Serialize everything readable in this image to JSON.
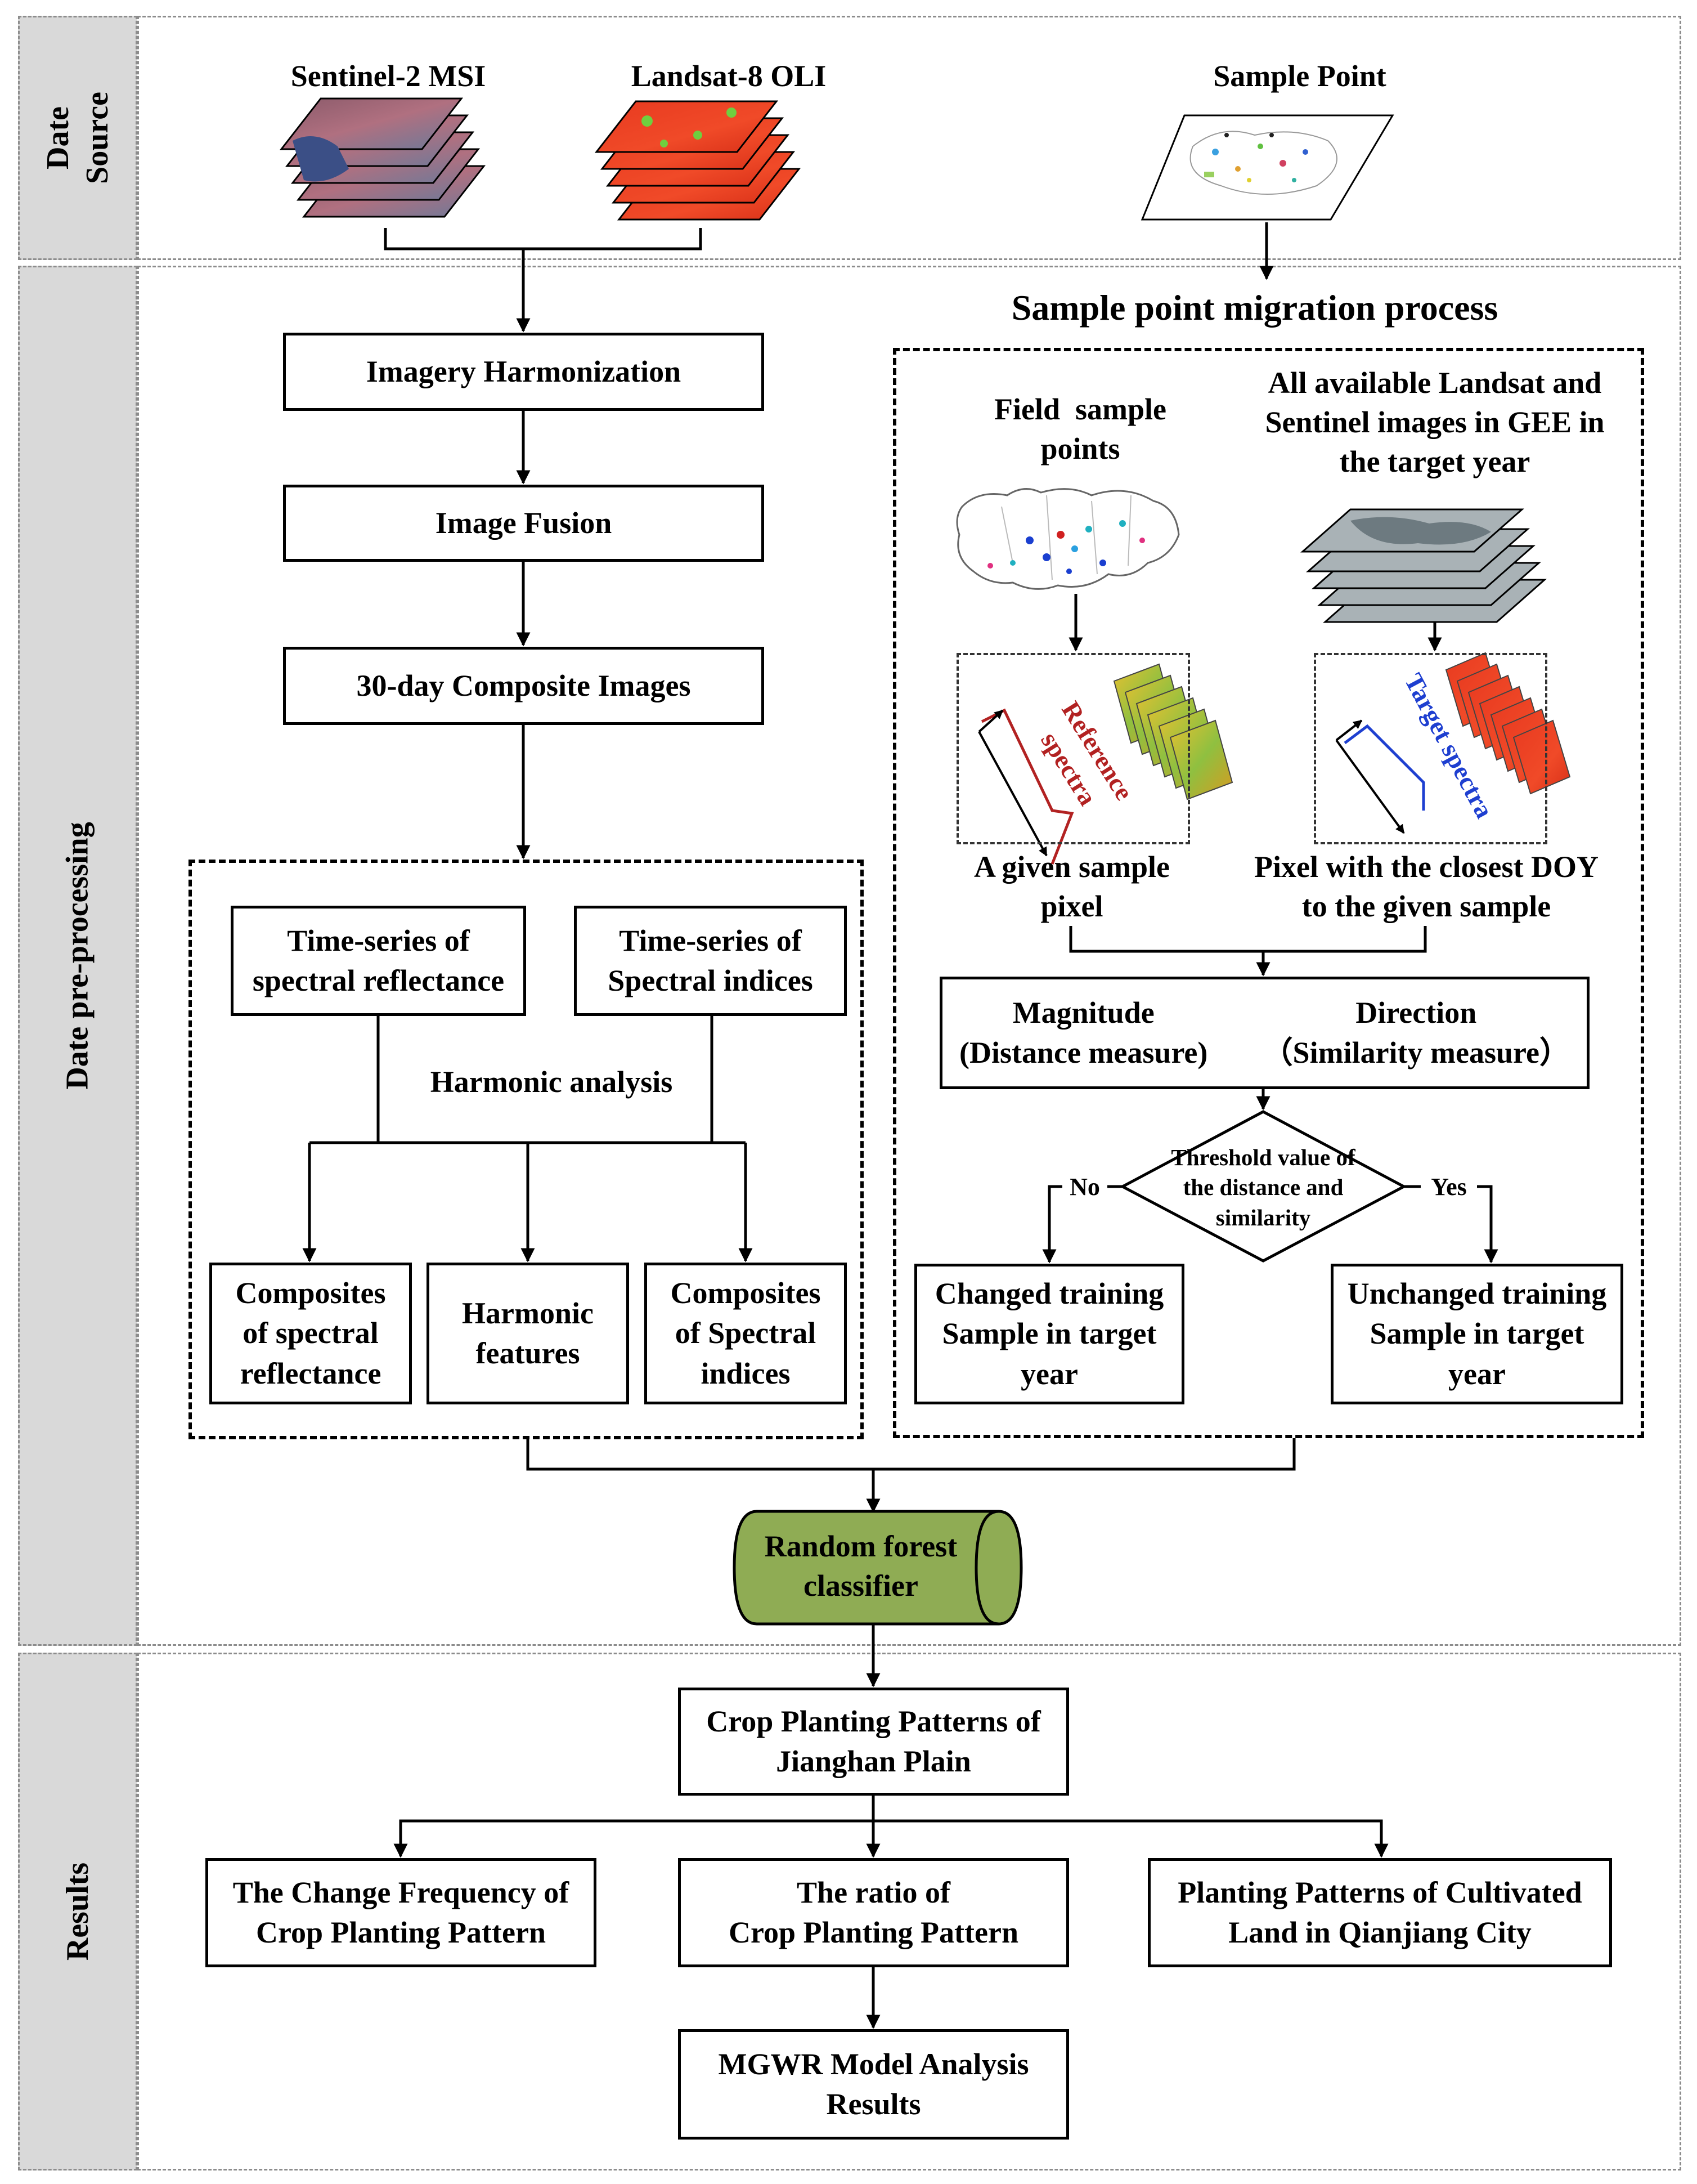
{
  "bands": {
    "data_source": "Date Source",
    "preprocessing": "Date pre-processing",
    "results": "Results"
  },
  "sources": {
    "sentinel": "Sentinel-2 MSI",
    "landsat": "Landsat-8 OLI",
    "sample_point": "Sample Point"
  },
  "left_flow": {
    "harmonization": "Imagery Harmonization",
    "fusion": "Image Fusion",
    "composite": "30-day Composite Images"
  },
  "harmonic": {
    "ts_reflectance": "Time-series of\nspectral reflectance",
    "ts_indices": "Time-series of\nSpectral indices",
    "analysis": "Harmonic analysis",
    "comp_reflectance": "Composites\nof spectral\nreflectance",
    "features": "Harmonic\nfeatures",
    "comp_indices": "Composites\nof Spectral\nindices"
  },
  "migration": {
    "title": "Sample point migration process",
    "field_points": "Field  sample\npoints",
    "all_images": "All available Landsat and\nSentinel images in GEE in\nthe target year",
    "reference_spectra": "Reference\nspectra",
    "target_spectra": "Target spectra",
    "given_pixel": "A given sample\npixel",
    "closest_pixel": "Pixel with the closest DOY\nto the given sample",
    "magnitude": "Magnitude\n(Distance measure)",
    "direction": "Direction\n（Similarity measure）",
    "threshold": "Threshold value of\nthe distance and\nsimilarity",
    "no": "No",
    "yes": "Yes",
    "changed": "Changed training\nSample in target\nyear",
    "unchanged": "Unchanged training\nSample in target\nyear"
  },
  "classifier": "Random forest\nclassifier",
  "results": {
    "patterns": "Crop Planting Patterns of\nJianghan Plain",
    "change_frequency": "The Change Frequency of\nCrop Planting Pattern",
    "ratio": "The ratio of\nCrop Planting Pattern",
    "qianjiang": "Planting Patterns of Cultivated\nLand in Qianjiang City",
    "mgwr": "MGWR Model Analysis\nResults"
  },
  "colors": {
    "classifier_fill": "#8fac54",
    "reference_spectra": "#b22222",
    "target_spectra": "#1e3fd0",
    "band_fill": "#d9d9d9"
  }
}
